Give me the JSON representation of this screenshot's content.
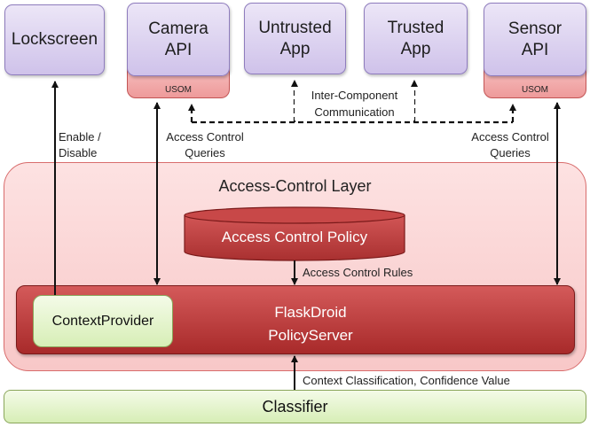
{
  "components": {
    "lockscreen": "Lockscreen",
    "camera_api": [
      "Camera",
      "API"
    ],
    "untrusted_app": [
      "Untrusted",
      "App"
    ],
    "trusted_app": [
      "Trusted",
      "App"
    ],
    "sensor_api": [
      "Sensor",
      "API"
    ],
    "usom": "USOM"
  },
  "labels": {
    "inter_component": [
      "Inter-Component",
      "Communication"
    ],
    "enable_disable": [
      "Enable /",
      "Disable"
    ],
    "acq_left": [
      "Access Control",
      "Queries"
    ],
    "acq_right": [
      "Access Control",
      "Queries"
    ],
    "access_rules": "Access Control Rules",
    "context_classification": "Context Classification, Confidence Value"
  },
  "layer": {
    "title": "Access-Control Layer",
    "policy": "Access Control Policy",
    "policyserver": [
      "FlaskDroid",
      "PolicyServer"
    ],
    "context_provider": "ContextProvider",
    "classifier": "Classifier"
  }
}
